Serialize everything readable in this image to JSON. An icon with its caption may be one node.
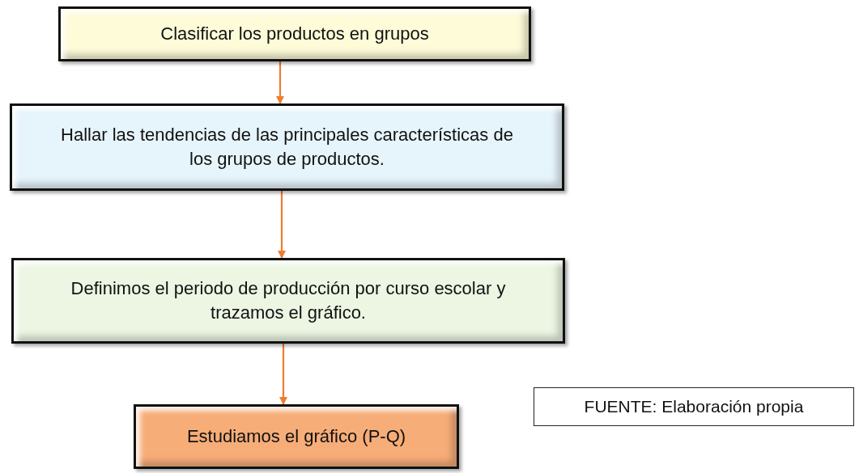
{
  "diagram": {
    "nodes": [
      {
        "text": [
          "Clasificar los productos en grupos"
        ]
      },
      {
        "text": [
          "Hallar las tendencias de las principales características de los grupos de productos."
        ]
      },
      {
        "text": [
          "Definimos el periodo de producción por curso escolar y trazamos el gráfico."
        ]
      },
      {
        "text": [
          "Estudiamos el gráfico (P-Q)"
        ]
      },
      {
        "text": [
          "FUENTE: Elaboración propia"
        ]
      }
    ],
    "edges": [
      {
        "from": 0,
        "to": 1,
        "arrow": "to"
      },
      {
        "from": 1,
        "to": 2,
        "arrow": "to"
      },
      {
        "from": 2,
        "to": 3,
        "arrow": "to"
      }
    ]
  }
}
